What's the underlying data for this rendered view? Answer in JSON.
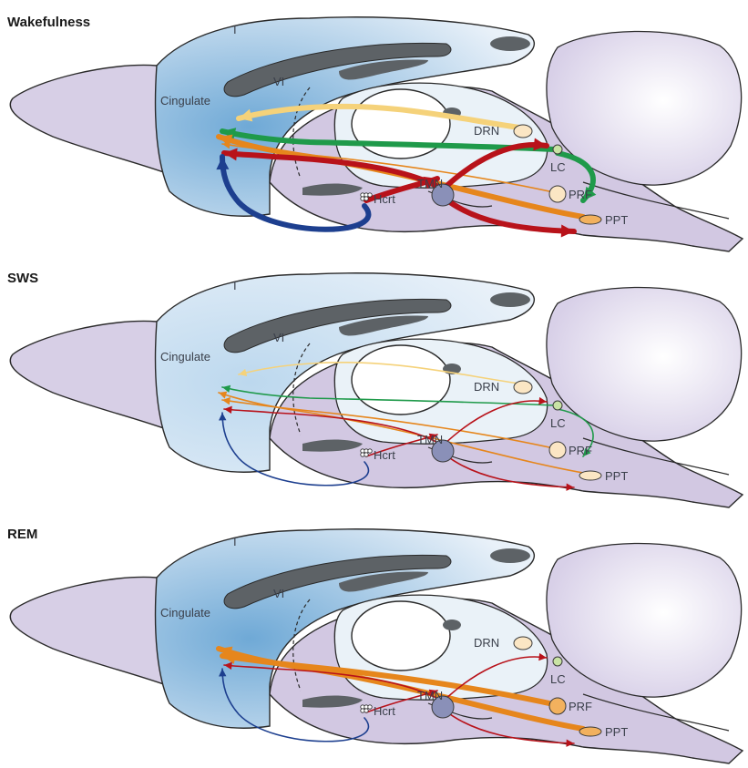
{
  "panels": [
    {
      "title": "Wakefulness",
      "cortex_shade": "#6fa9d6",
      "labels": {
        "layer_i": "I",
        "layer_vi": "VI",
        "cingulate": "Cingulate",
        "drn": "DRN",
        "lc": "LC",
        "prf": "PRF",
        "ppt": "PPT",
        "tmn": "TMN",
        "hcrt": "Hcrt"
      },
      "activity": {
        "lc": "high",
        "drn": "high",
        "tmn": "high",
        "hcrt": "high",
        "ppt": "high",
        "prf": "low"
      }
    },
    {
      "title": "SWS",
      "cortex_shade": "#bcd8ee",
      "labels": {
        "layer_i": "I",
        "layer_vi": "VI",
        "cingulate": "Cingulate",
        "drn": "DRN",
        "lc": "LC",
        "prf": "PRF",
        "ppt": "PPT",
        "tmn": "TMN",
        "hcrt": "Hcrt"
      },
      "activity": {
        "lc": "low",
        "drn": "low",
        "tmn": "low",
        "hcrt": "low",
        "ppt": "low",
        "prf": "low"
      }
    },
    {
      "title": "REM",
      "cortex_shade": "#6fa9d6",
      "labels": {
        "layer_i": "I",
        "layer_vi": "VI",
        "cingulate": "Cingulate",
        "drn": "DRN",
        "lc": "LC",
        "prf": "PRF",
        "ppt": "PPT",
        "tmn": "TMN",
        "hcrt": "Hcrt"
      },
      "activity": {
        "lc": "off",
        "drn": "off",
        "tmn": "low",
        "hcrt": "low",
        "ppt": "high",
        "prf": "high"
      }
    }
  ],
  "pathway_colors": {
    "serotonergic_drn": "#f5d27a",
    "noradrenergic_lc": "#1f9a4a",
    "cholinergic_ppt": "#e6861c",
    "histaminergic_tmn": "#b8121a",
    "hypocretin_hcrt": "#1d3f8f"
  }
}
